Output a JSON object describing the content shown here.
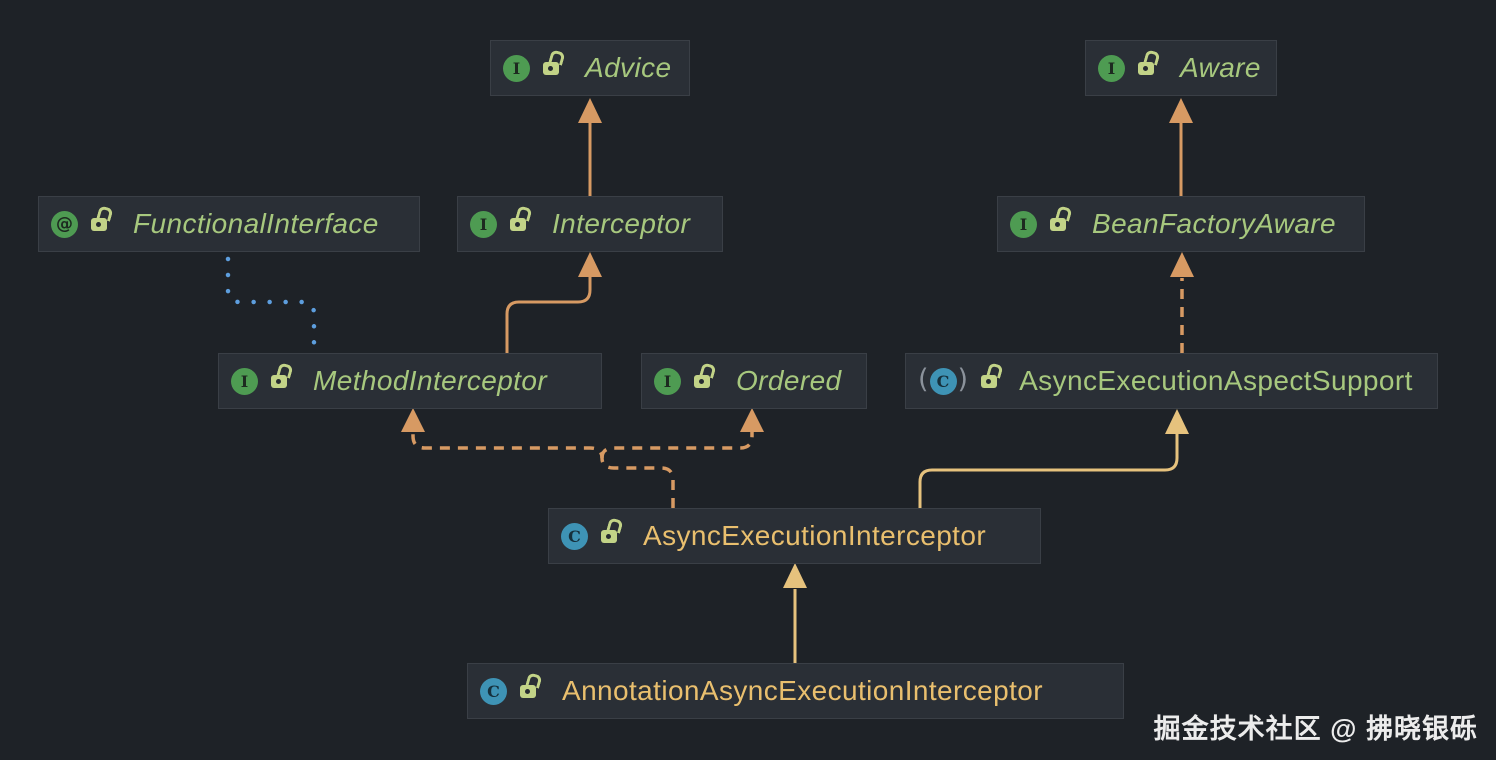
{
  "diagram": {
    "tool": "uml-class-diagram",
    "nodes": [
      {
        "label": "Advice",
        "type": "interface"
      },
      {
        "label": "Aware",
        "type": "interface"
      },
      {
        "label": "FunctionalInterface",
        "type": "annotation"
      },
      {
        "label": "Interceptor",
        "type": "interface"
      },
      {
        "label": "BeanFactoryAware",
        "type": "interface"
      },
      {
        "label": "MethodInterceptor",
        "type": "interface"
      },
      {
        "label": "Ordered",
        "type": "interface"
      },
      {
        "label": "AsyncExecutionAspectSupport",
        "type": "abstract_class"
      },
      {
        "label": "AsyncExecutionInterceptor",
        "type": "class"
      },
      {
        "label": "AnnotationAsyncExecutionInterceptor",
        "type": "class"
      }
    ],
    "icons": {
      "interface_badge": "I",
      "annotation_badge": "@",
      "class_badge": "C",
      "visibility": "unlocked-padlock"
    },
    "edges": [
      {
        "from": "Interceptor",
        "to": "Advice",
        "relation": "extends",
        "style": "solid-orange"
      },
      {
        "from": "BeanFactoryAware",
        "to": "Aware",
        "relation": "extends",
        "style": "solid-orange"
      },
      {
        "from": "MethodInterceptor",
        "to": "Interceptor",
        "relation": "extends",
        "style": "solid-orange"
      },
      {
        "from": "FunctionalInterface",
        "to": "MethodInterceptor",
        "relation": "annotation",
        "style": "dotted-blue"
      },
      {
        "from": "AsyncExecutionAspectSupport",
        "to": "BeanFactoryAware",
        "relation": "implements",
        "style": "dashed-orange"
      },
      {
        "from": "AsyncExecutionInterceptor",
        "to": "MethodInterceptor",
        "relation": "implements",
        "style": "dashed-orange"
      },
      {
        "from": "AsyncExecutionInterceptor",
        "to": "Ordered",
        "relation": "implements",
        "style": "dashed-orange"
      },
      {
        "from": "AsyncExecutionInterceptor",
        "to": "AsyncExecutionAspectSupport",
        "relation": "extends",
        "style": "solid-yellow"
      },
      {
        "from": "AnnotationAsyncExecutionInterceptor",
        "to": "AsyncExecutionInterceptor",
        "relation": "extends",
        "style": "solid-yellow"
      }
    ],
    "colors": {
      "background": "#1e2227",
      "node_background": "#2a2f36",
      "node_border": "#3a3f46",
      "interface_text": "#a7c87e",
      "class_text": "#e9bf6e",
      "interface_badge": "#4e9b52",
      "class_badge": "#3e93b5",
      "lock": "#c2d387",
      "edge_orange": "#d79a63",
      "edge_yellow": "#e6c27d",
      "edge_blue": "#5d9ede"
    },
    "watermark": "掘金技术社区 @ 拂晓银砾"
  }
}
